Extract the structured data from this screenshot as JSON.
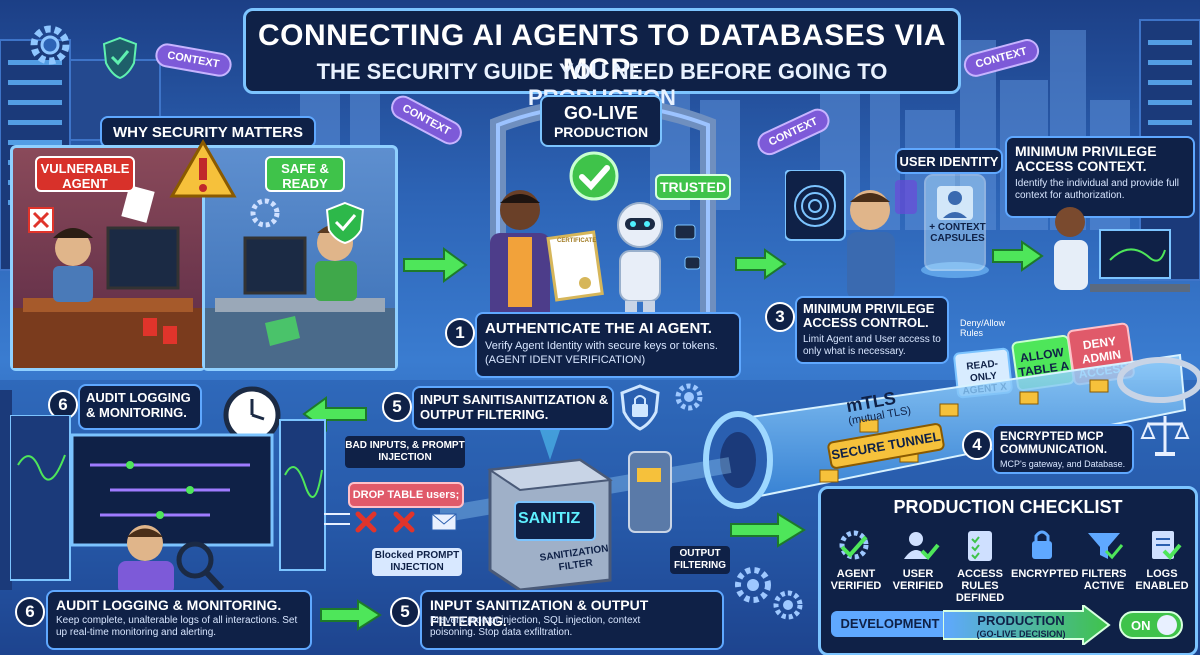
{
  "title": {
    "line1": "CONNECTING AI AGENTS TO DATABASES VIA MCP:",
    "line2": "THE SECURITY GUIDE YOU NEED BEFORE GOING TO PRODUCTION"
  },
  "context_tags": [
    "CONTEXT",
    "CONTEXT",
    "CONTEXT",
    "CONTEXT"
  ],
  "why": {
    "heading": "WHY SECURITY MATTERS",
    "vulnerable": "VULNERABLE AGENT",
    "safe": "SAFE & READY"
  },
  "golive": {
    "line1": "GO-LIVE",
    "line2": "PRODUCTION"
  },
  "trusted": "TRUSTED",
  "certificate": "CERTIFICATE",
  "identity": {
    "label": "USER IDENTITY",
    "title": "MINIMUM PRIVILEGE ACCESS CONTEXT.",
    "desc": "Identify the individual and provide full context for authorization.",
    "capsule": "+ CONTEXT CAPSULES"
  },
  "step1": {
    "num": "1",
    "title": "AUTHENTICATE THE AI AGENT.",
    "desc": "Verify Agent Identity with secure keys or tokens.",
    "sub": "(AGENT IDENT VERIFICATION)"
  },
  "step3": {
    "num": "3",
    "title": "MINIMUM PRIVILEGE ACCESS CONTROL.",
    "desc": "Limit Agent and User access to only what is necessary."
  },
  "rules": {
    "label": "Deny/Allow Rules",
    "readonly": "READ-ONLY AGENT X",
    "allow": "ALLOW TABLE A",
    "deny": "DENY ADMIN ACCESS"
  },
  "tunnel": {
    "mtls": "mTLS",
    "mtls_sub": "(mutual TLS)",
    "secure": "SECURE TUNNEL"
  },
  "step4": {
    "num": "4",
    "title": "ENCRYPTED MCP COMMUNICATION.",
    "desc": "MCP's gateway, and Database."
  },
  "step5_top": {
    "num": "5",
    "title": "INPUT SANITISANITIZATION & OUTPUT FILTERING."
  },
  "step6_top": {
    "num": "6",
    "title": "AUDIT LOGGING & MONITORING."
  },
  "filter": {
    "bad_inputs": "BAD INPUTS, & PROMPT INJECTION",
    "drop_table": "DROP TABLE users;",
    "blocked": "Blocked PROMPT INJECTION",
    "machine": "SANITIZ",
    "machine_label": "SANITIZATION FILTER",
    "output": "OUTPUT FILTERING"
  },
  "step6_bottom": {
    "num": "6",
    "title": "AUDIT LOGGING & MONITORING.",
    "desc": "Keep complete, unalterable logs of all interactions. Set up real-time monitoring and alerting."
  },
  "step5_bottom": {
    "num": "5",
    "title": "INPUT SANITIZATION & OUTPUT FILTERING.",
    "desc": "Prevent prompt injection, SQL injection, context poisoning. Stop data exfiltration."
  },
  "checklist": {
    "title": "PRODUCTION CHECKLIST",
    "items": [
      {
        "label": "AGENT VERIFIED",
        "icon": "gear-check-icon"
      },
      {
        "label": "USER VERIFIED",
        "icon": "user-check-icon"
      },
      {
        "label": "ACCESS RULES DEFINED",
        "icon": "clipboard-check-icon"
      },
      {
        "label": "ENCRYPTED",
        "icon": "lock-icon"
      },
      {
        "label": "FILTERS ACTIVE",
        "icon": "funnel-icon"
      },
      {
        "label": "LOGS ENABLED",
        "icon": "document-check-icon"
      }
    ],
    "development": "DEVELOPMENT",
    "production": "PRODUCTION",
    "decision": "(GO-LIVE DECISION)",
    "toggle": "ON"
  },
  "colors": {
    "navy": "#0f2147",
    "accent": "#5fa8ff",
    "green": "#3fc34a",
    "red": "#e0342b",
    "purple": "#7d5ad8",
    "yellow": "#f6c13b"
  }
}
